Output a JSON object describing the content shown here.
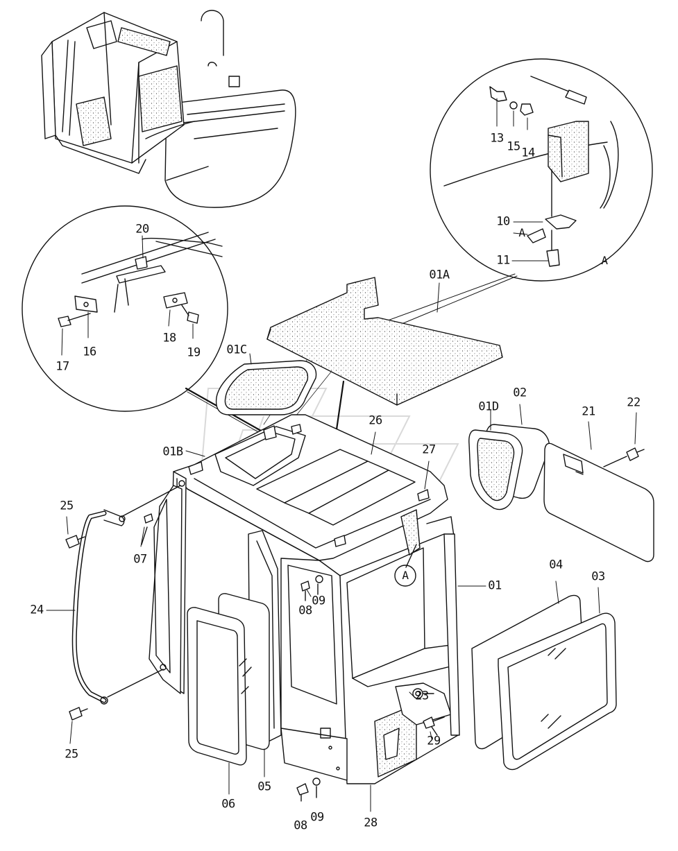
{
  "diagram": {
    "callouts": {
      "p01": "01",
      "p01A": "01A",
      "p01B": "01B",
      "p01C": "01C",
      "p01D": "01D",
      "p02": "02",
      "p03": "03",
      "p04": "04",
      "p05": "05",
      "p06": "06",
      "p07": "07",
      "p08a": "08",
      "p08b": "08",
      "p09a": "09",
      "p09b": "09",
      "p10": "10",
      "p11": "11",
      "p13": "13",
      "p14": "14",
      "p15": "15",
      "p16": "16",
      "p17": "17",
      "p18": "18",
      "p19": "19",
      "p20": "20",
      "p21": "21",
      "p22": "22",
      "p23": "23",
      "p24": "24",
      "p25a": "25",
      "p25b": "25",
      "p26": "26",
      "p27": "27",
      "p28": "28",
      "p29": "29"
    },
    "detail_refs": {
      "circle_A": "A",
      "detail_A": "A",
      "detail_A_arrow": "A"
    },
    "colors": {
      "ink": "#111111",
      "paper": "#ffffff",
      "watermark": "#d9d9d9"
    }
  }
}
